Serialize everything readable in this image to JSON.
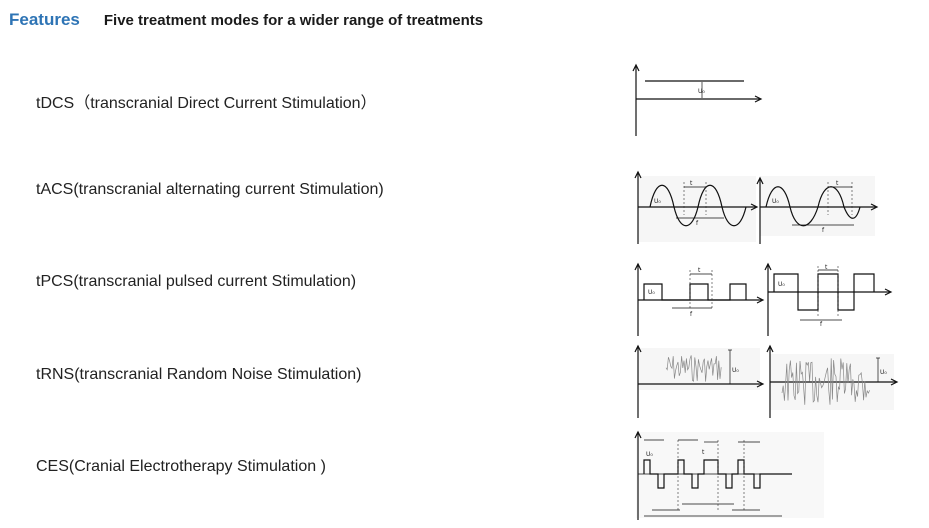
{
  "header": {
    "title": "Features",
    "subtitle": "Five treatment modes for a wider range of treatments"
  },
  "modes": [
    {
      "label": "tDCS（transcranial Direct Current Stimulation）",
      "waveform": "direct-current"
    },
    {
      "label": "tACS(transcranial alternating current Stimulation)",
      "waveform": "sine"
    },
    {
      "label": "tPCS(transcranial pulsed current Stimulation)",
      "waveform": "pulse"
    },
    {
      "label": "tRNS(transcranial Random Noise Stimulation)",
      "waveform": "random-noise"
    },
    {
      "label": "CES(Cranial Electrotherapy Stimulation )",
      "waveform": "ces-biphasic-pulse"
    }
  ],
  "diagram_labels": {
    "amplitude": "U₀",
    "period": "t",
    "frequency": "f"
  }
}
